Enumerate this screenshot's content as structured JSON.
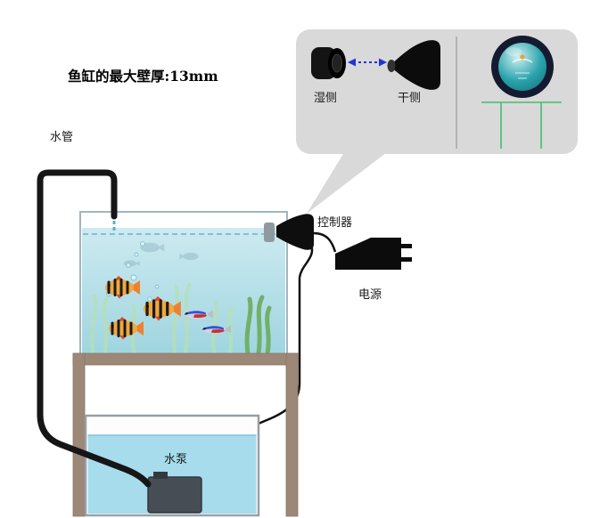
{
  "title": "鱼缸的最大壁厚:13mm",
  "labels": {
    "water_pipe": "水管",
    "wet_side": "湿侧",
    "dry_side": "干侧",
    "controller": "控制器",
    "power": "电源",
    "water_pump": "水泵"
  },
  "colors": {
    "callout_background": "#d9d9d9",
    "tank_water": "#b9e0ea",
    "sump_water": "#a6dcec",
    "stand": "#9d8878",
    "arrow": "#2433d6",
    "display_screen": "#2aa3ad",
    "display_lines": "#3fbf6e",
    "barb_fish": "#efa83e",
    "tetra_blue": "#2e55dd",
    "tetra_red": "#d02c2c"
  }
}
